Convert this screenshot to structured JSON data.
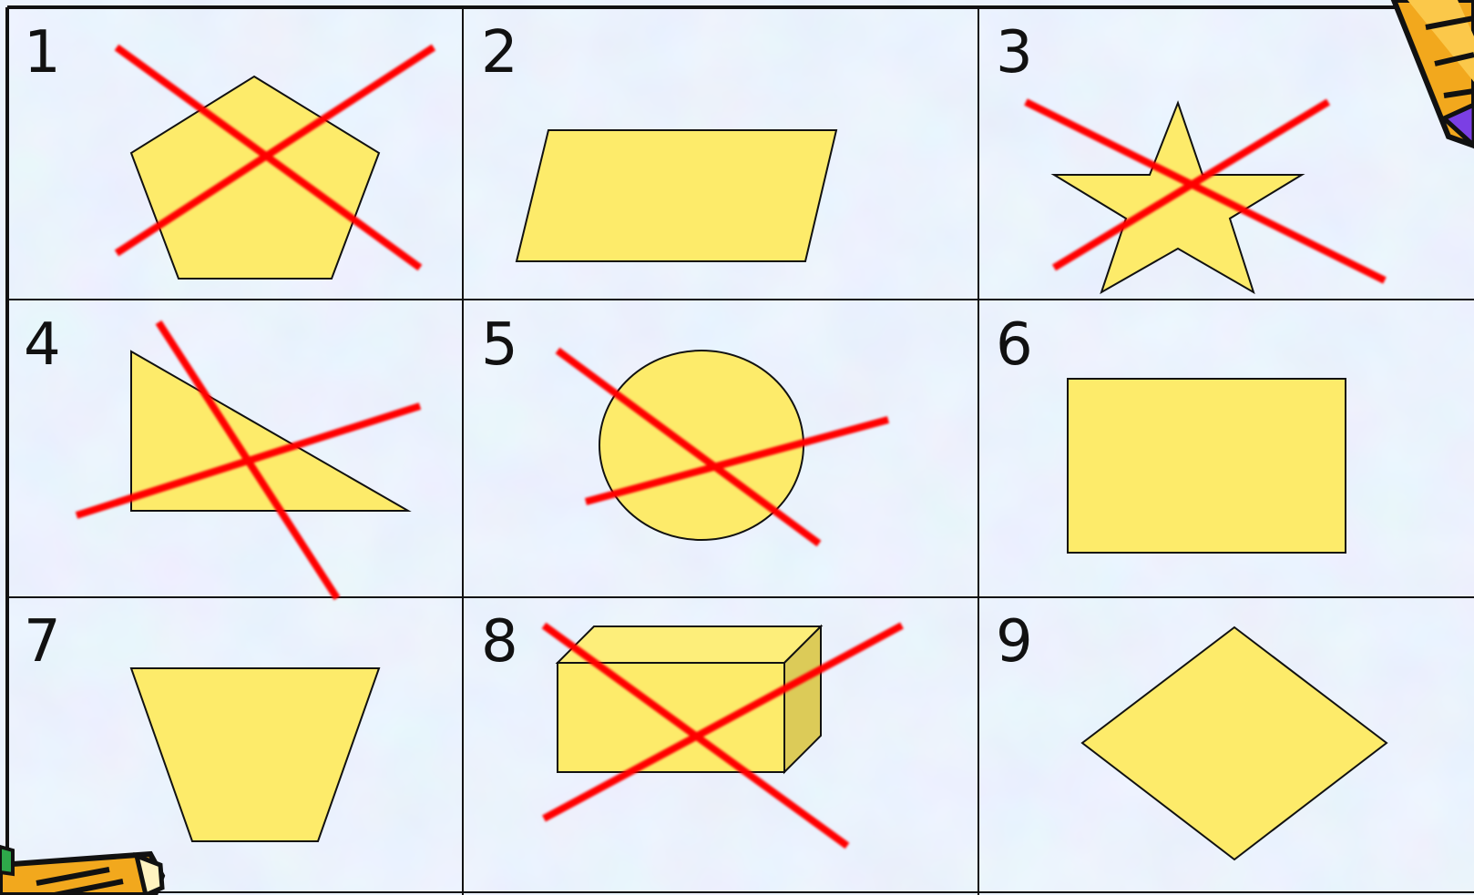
{
  "cells": [
    {
      "number": "1",
      "shape": "pentagon",
      "crossed": true
    },
    {
      "number": "2",
      "shape": "parallelogram",
      "crossed": false
    },
    {
      "number": "3",
      "shape": "star",
      "crossed": true
    },
    {
      "number": "4",
      "shape": "right triangle",
      "crossed": true
    },
    {
      "number": "5",
      "shape": "circle",
      "crossed": true
    },
    {
      "number": "6",
      "shape": "rectangle",
      "crossed": false
    },
    {
      "number": "7",
      "shape": "trapezoid",
      "crossed": false
    },
    {
      "number": "8",
      "shape": "cuboid",
      "crossed": true
    },
    {
      "number": "9",
      "shape": "rhombus",
      "crossed": false
    }
  ],
  "colors": {
    "shape_fill": "#fdeb6a",
    "cuboid_side": "#dccb58",
    "cuboid_top": "#fdee7a",
    "cross": "#ff0000",
    "grid": "#111111",
    "background": "#cfdcf6"
  },
  "decorations": [
    "pencil-icon-top-right",
    "pencil-icon-bottom-left"
  ]
}
